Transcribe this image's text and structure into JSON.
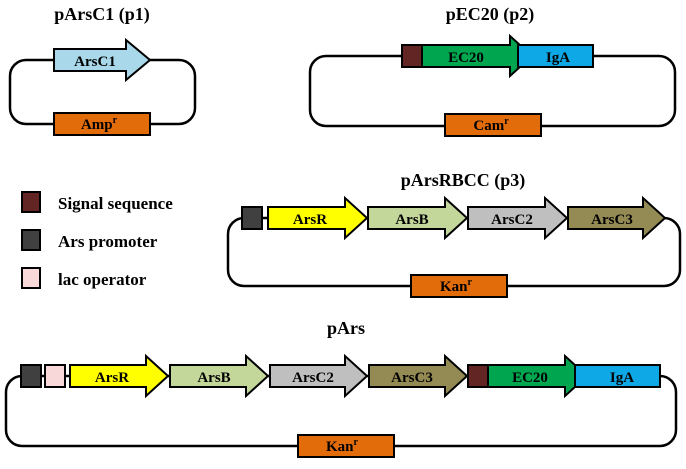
{
  "colors": {
    "arsC1": "#a8d8ea",
    "amp": "#e36c0a",
    "signal": "#632523",
    "ec20": "#00a550",
    "iga": "#0fa8e6",
    "promoter": "#404040",
    "lac": "#f8d8d8",
    "arsR": "#ffff00",
    "arsB": "#c4d79b",
    "arsC2": "#bfbfbf",
    "arsC3": "#948a54"
  },
  "plasmids": {
    "p1": {
      "title": "pArsC1 (p1)",
      "gene": "ArsC1",
      "marker": "Amp",
      "marker_sup": "r"
    },
    "p2": {
      "title": "pEC20 (p2)",
      "gene_ec20": "EC20",
      "gene_iga": "IgA",
      "marker": "Cam",
      "marker_sup": "r"
    },
    "p3": {
      "title": "pArsRBCC (p3)",
      "genes": [
        "ArsR",
        "ArsB",
        "ArsC2",
        "ArsC3"
      ],
      "marker": "Kan",
      "marker_sup": "r"
    },
    "p4": {
      "title": "pArs",
      "genes": [
        "ArsR",
        "ArsB",
        "ArsC2",
        "ArsC3"
      ],
      "gene_ec20": "EC20",
      "gene_iga": "IgA",
      "marker": "Kan",
      "marker_sup": "r"
    }
  },
  "legend": {
    "signal": "Signal sequence",
    "promoter": "Ars promoter",
    "lac": "lac operator"
  }
}
